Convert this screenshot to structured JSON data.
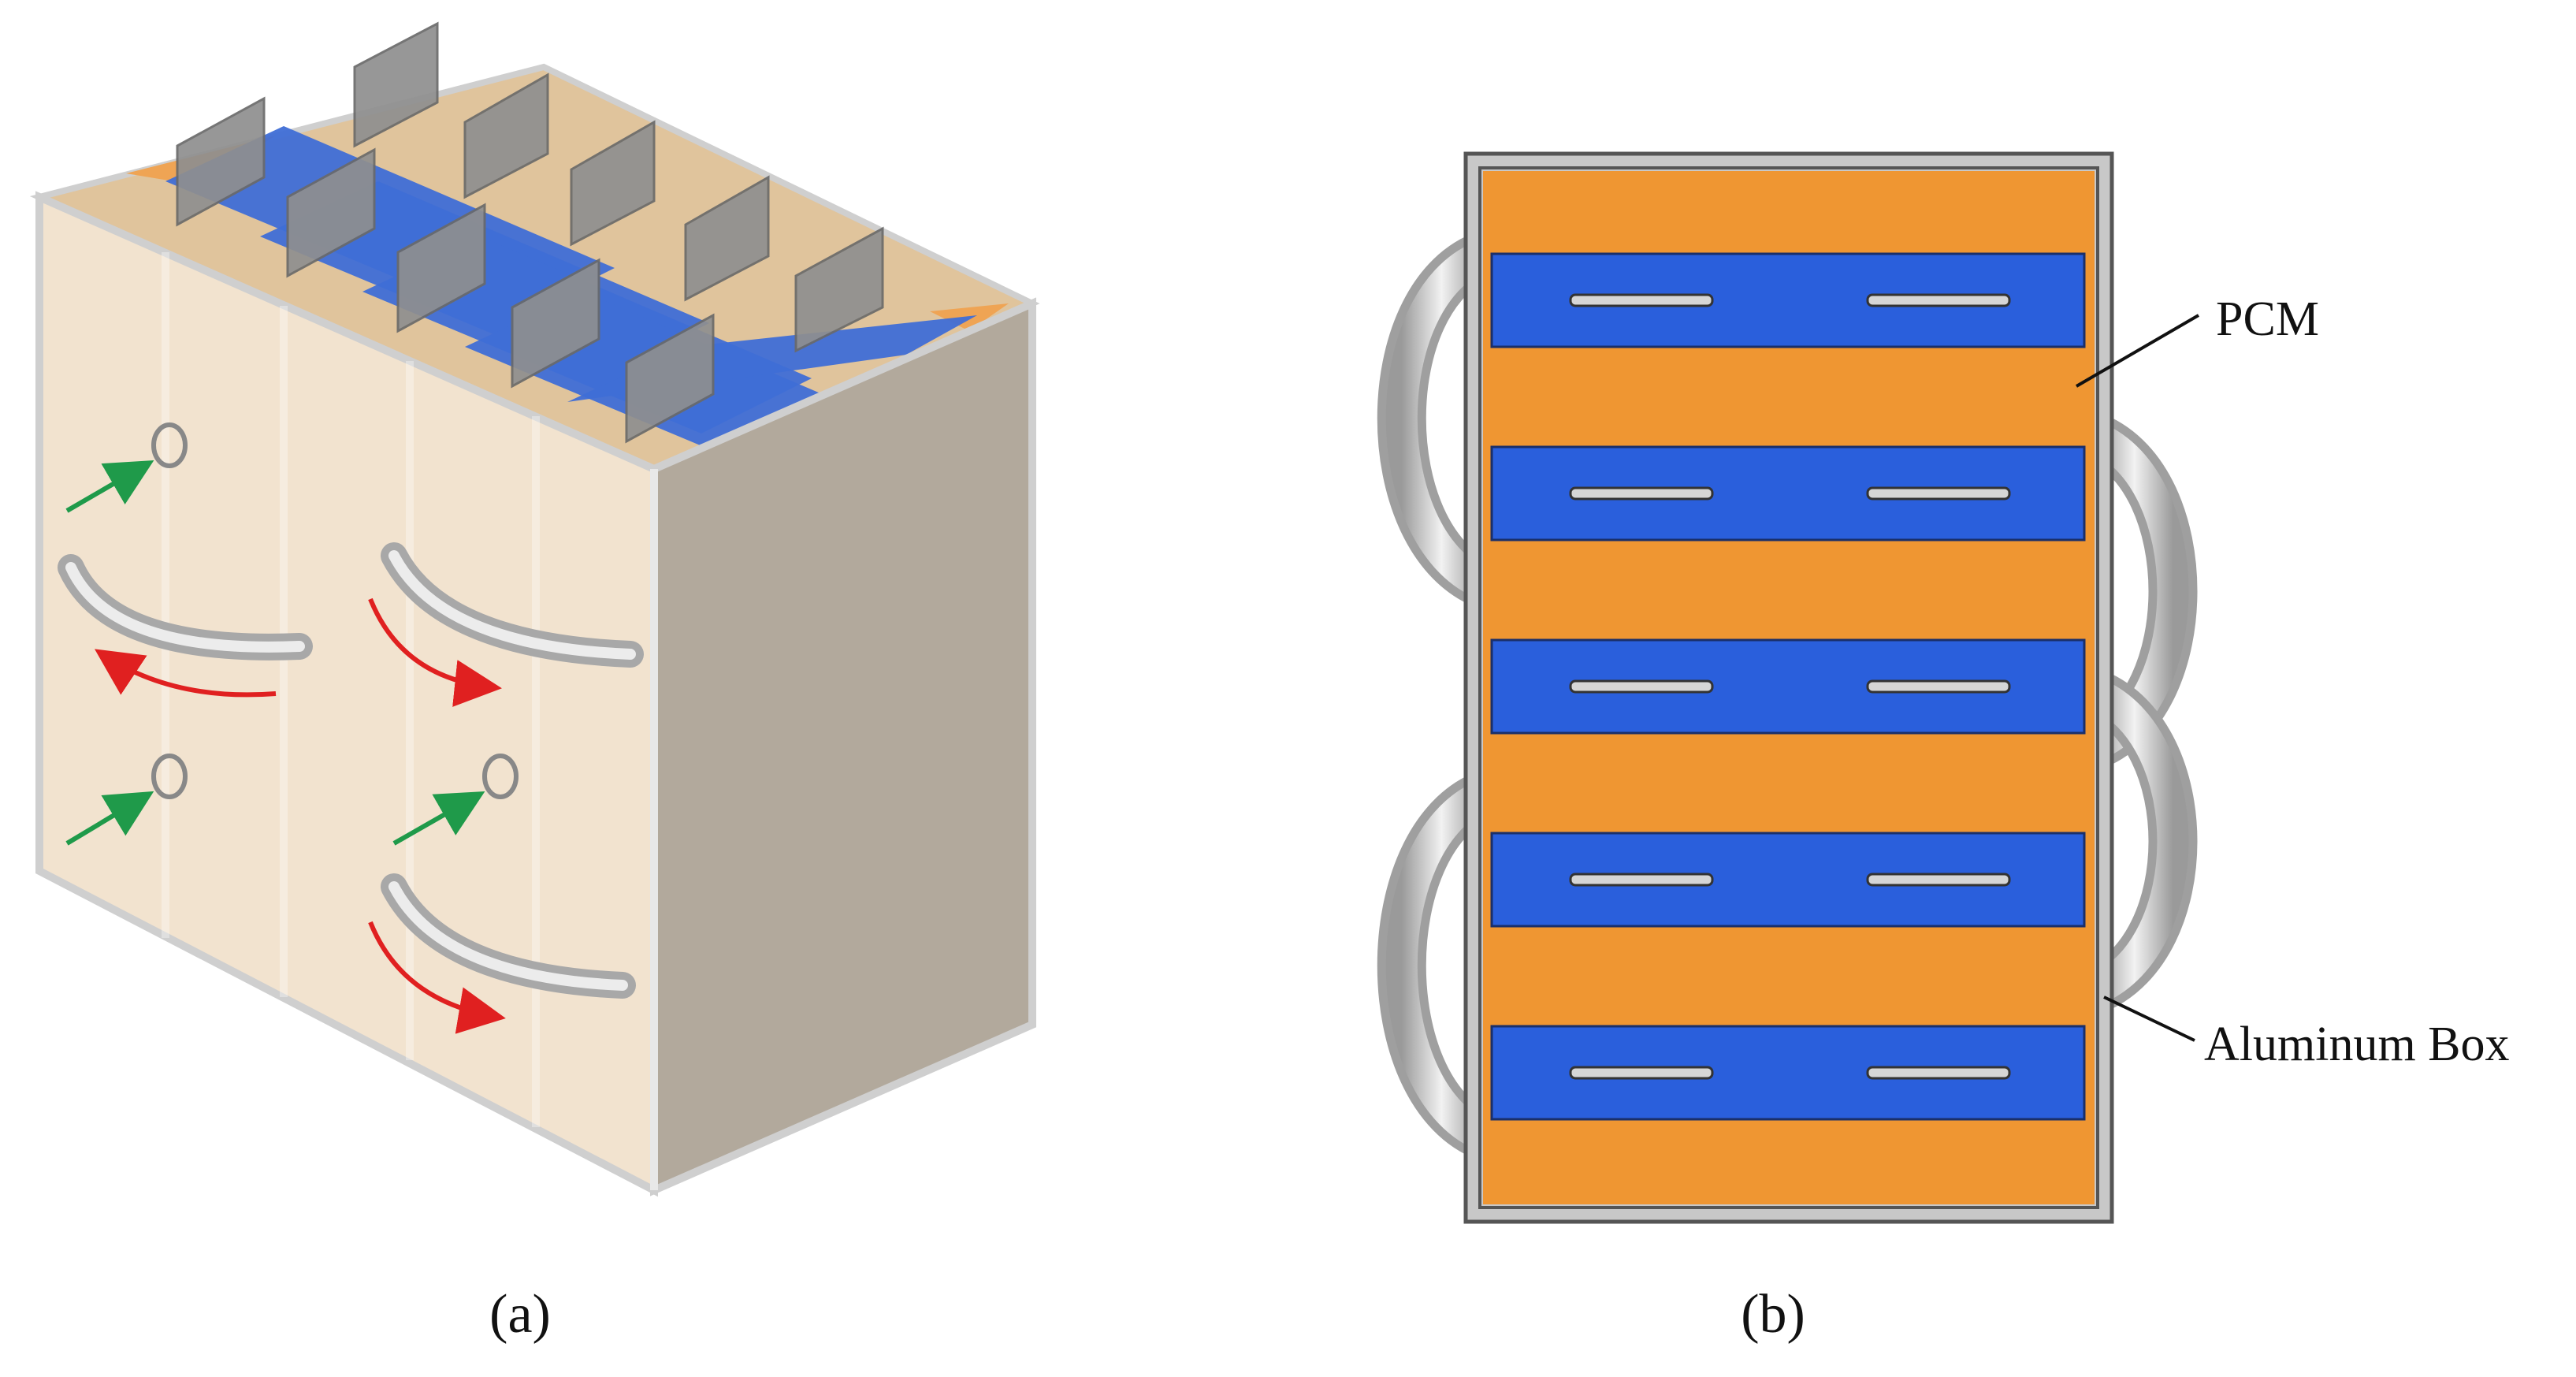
{
  "panels": [
    {
      "id": "a",
      "caption": "(a)"
    },
    {
      "id": "b",
      "caption": "(b)"
    }
  ],
  "labels": {
    "pcm": "PCM",
    "aluminum_box": "Aluminum Box"
  },
  "colors": {
    "pcm": "#ef9632",
    "cell": "#2a5fdc",
    "box_frame": "#c8c8c8",
    "tube": "#c7c7c7",
    "tab": "#8f8f8f",
    "inlet_arrow": "#1f9a4a",
    "flow_arrow": "#e02020"
  },
  "cells": [
    1,
    2,
    3,
    4,
    5
  ],
  "tabs_per_cell": 2
}
